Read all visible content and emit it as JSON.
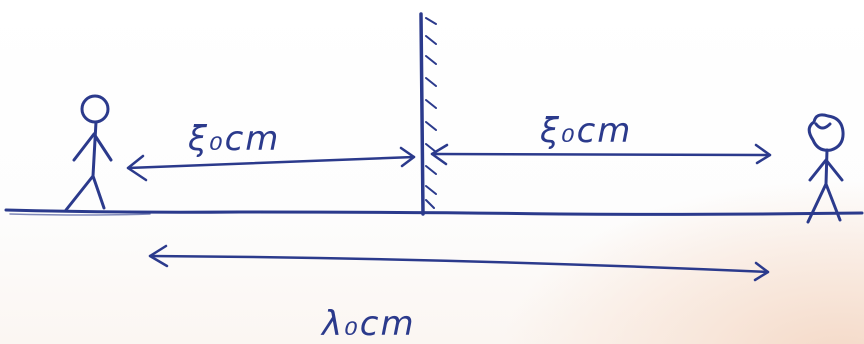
{
  "diagram": {
    "distance_person_to_mirror": "ξ₀cm",
    "distance_mirror_to_person": "ξ₀cm",
    "total_distance": "λ₀cm",
    "ink_color": "#2b3a8c"
  }
}
